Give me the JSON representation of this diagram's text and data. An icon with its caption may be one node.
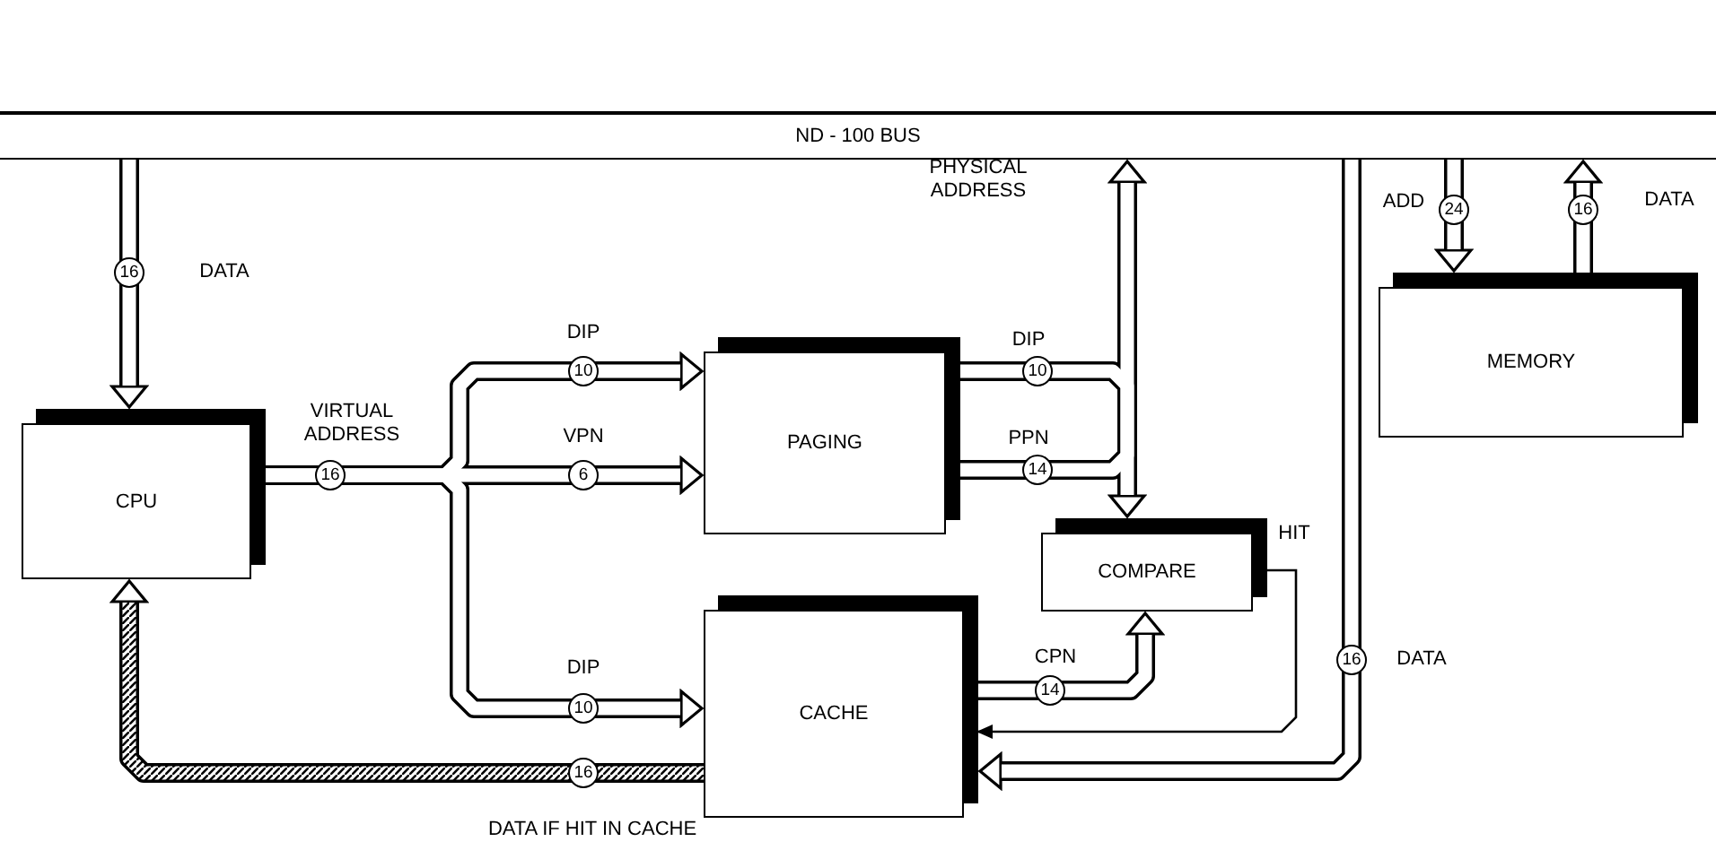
{
  "diagram": {
    "nodes": [
      {
        "text": [
          "ND - 100 BUS"
        ]
      },
      {
        "text": [
          "CPU"
        ]
      },
      {
        "text": [
          "PAGING"
        ]
      },
      {
        "text": [
          "MEMORY"
        ]
      },
      {
        "text": [
          "COMPARE"
        ]
      },
      {
        "text": [
          "CACHE"
        ]
      }
    ],
    "edges": [
      {
        "from": 0,
        "to": 1,
        "arrow": "to",
        "label": "16"
      },
      {
        "from": 1,
        "to": 2,
        "arrow": "to",
        "label": "10"
      },
      {
        "from": 1,
        "to": 2,
        "arrow": "to",
        "label": "6"
      },
      {
        "from": 1,
        "to": 5,
        "arrow": "to",
        "label": "10"
      },
      {
        "from": 2,
        "to": 0,
        "arrow": "to",
        "label": "14"
      },
      {
        "from": 2,
        "to": 4,
        "arrow": "to",
        "label": "10"
      },
      {
        "from": 0,
        "to": 3,
        "arrow": "to",
        "label": "24"
      },
      {
        "from": 3,
        "to": 0,
        "arrow": "to",
        "label": "16"
      },
      {
        "from": 5,
        "to": 4,
        "arrow": "to",
        "label": "14"
      },
      {
        "from": 4,
        "to": 5,
        "arrow": "to"
      },
      {
        "from": 0,
        "to": 5,
        "arrow": "to",
        "label": "16"
      },
      {
        "from": 5,
        "to": 1,
        "arrow": "to",
        "label": "16"
      }
    ],
    "labels": [
      "PHYSICAL ADDRESS",
      "ADD",
      "DATA",
      "DATA",
      "DIP",
      "DIP",
      "VIRTUAL ADDRESS",
      "VPN",
      "PPN",
      "16",
      "HIT",
      "CPN",
      "DIP",
      "DATA",
      "DATA IF HIT IN CACHE"
    ]
  }
}
